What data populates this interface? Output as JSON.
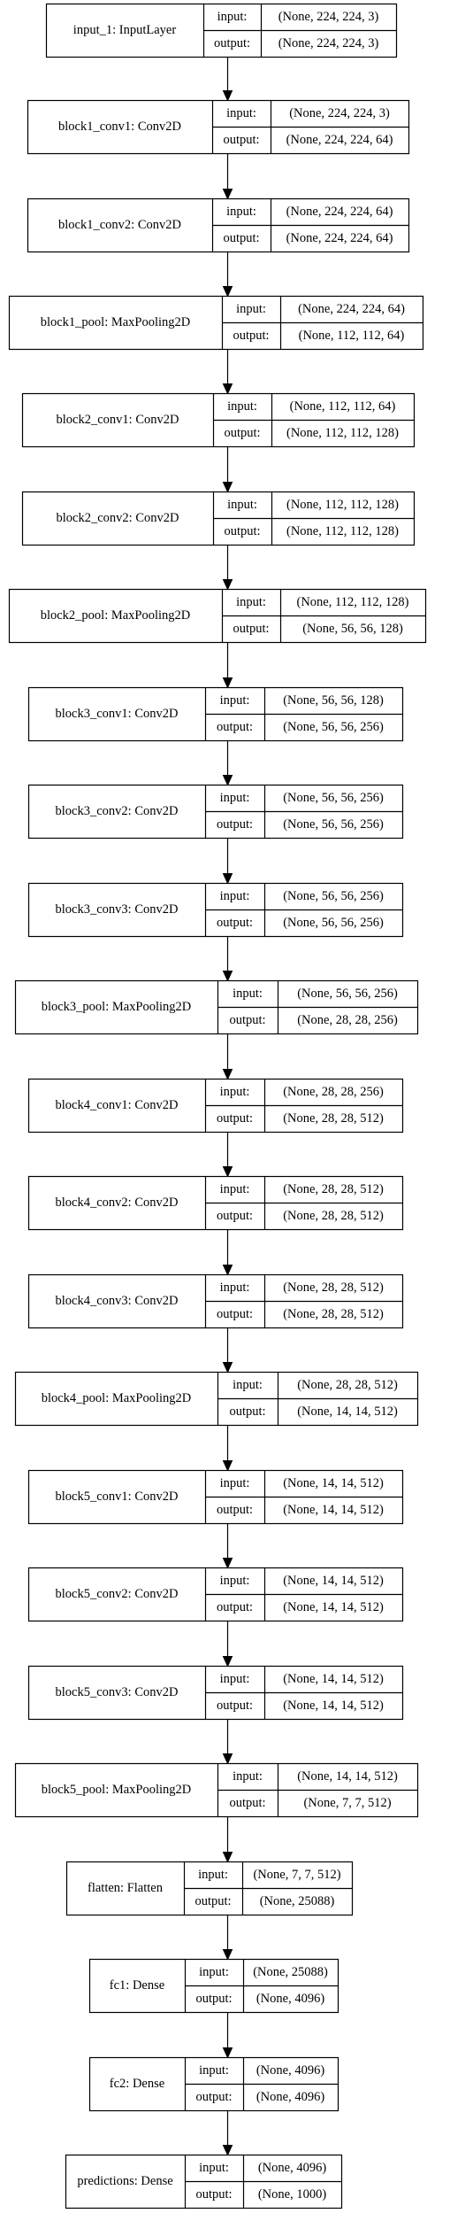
{
  "diagram": {
    "port_labels": {
      "input": "input:",
      "output": "output:"
    },
    "layers": [
      {
        "name": "input_1: InputLayer",
        "input": "(None, 224, 224, 3)",
        "output": "(None, 224, 224, 3)"
      },
      {
        "name": "block1_conv1: Conv2D",
        "input": "(None, 224, 224, 3)",
        "output": "(None, 224, 224, 64)"
      },
      {
        "name": "block1_conv2: Conv2D",
        "input": "(None, 224, 224, 64)",
        "output": "(None, 224, 224, 64)"
      },
      {
        "name": "block1_pool: MaxPooling2D",
        "input": "(None, 224, 224, 64)",
        "output": "(None, 112, 112, 64)"
      },
      {
        "name": "block2_conv1: Conv2D",
        "input": "(None, 112, 112, 64)",
        "output": "(None, 112, 112, 128)"
      },
      {
        "name": "block2_conv2: Conv2D",
        "input": "(None, 112, 112, 128)",
        "output": "(None, 112, 112, 128)"
      },
      {
        "name": "block2_pool: MaxPooling2D",
        "input": "(None, 112, 112, 128)",
        "output": "(None, 56, 56, 128)"
      },
      {
        "name": "block3_conv1: Conv2D",
        "input": "(None, 56, 56, 128)",
        "output": "(None, 56, 56, 256)"
      },
      {
        "name": "block3_conv2: Conv2D",
        "input": "(None, 56, 56, 256)",
        "output": "(None, 56, 56, 256)"
      },
      {
        "name": "block3_conv3: Conv2D",
        "input": "(None, 56, 56, 256)",
        "output": "(None, 56, 56, 256)"
      },
      {
        "name": "block3_pool: MaxPooling2D",
        "input": "(None, 56, 56, 256)",
        "output": "(None, 28, 28, 256)"
      },
      {
        "name": "block4_conv1: Conv2D",
        "input": "(None, 28, 28, 256)",
        "output": "(None, 28, 28, 512)"
      },
      {
        "name": "block4_conv2: Conv2D",
        "input": "(None, 28, 28, 512)",
        "output": "(None, 28, 28, 512)"
      },
      {
        "name": "block4_conv3: Conv2D",
        "input": "(None, 28, 28, 512)",
        "output": "(None, 28, 28, 512)"
      },
      {
        "name": "block4_pool: MaxPooling2D",
        "input": "(None, 28, 28, 512)",
        "output": "(None, 14, 14, 512)"
      },
      {
        "name": "block5_conv1: Conv2D",
        "input": "(None, 14, 14, 512)",
        "output": "(None, 14, 14, 512)"
      },
      {
        "name": "block5_conv2: Conv2D",
        "input": "(None, 14, 14, 512)",
        "output": "(None, 14, 14, 512)"
      },
      {
        "name": "block5_conv3: Conv2D",
        "input": "(None, 14, 14, 512)",
        "output": "(None, 14, 14, 512)"
      },
      {
        "name": "block5_pool: MaxPooling2D",
        "input": "(None, 14, 14, 512)",
        "output": "(None, 7, 7, 512)"
      },
      {
        "name": "flatten: Flatten",
        "input": "(None, 7, 7, 512)",
        "output": "(None, 25088)"
      },
      {
        "name": "fc1: Dense",
        "input": "(None, 25088)",
        "output": "(None, 4096)"
      },
      {
        "name": "fc2: Dense",
        "input": "(None, 4096)",
        "output": "(None, 4096)"
      },
      {
        "name": "predictions: Dense",
        "input": "(None, 4096)",
        "output": "(None, 1000)"
      }
    ]
  }
}
